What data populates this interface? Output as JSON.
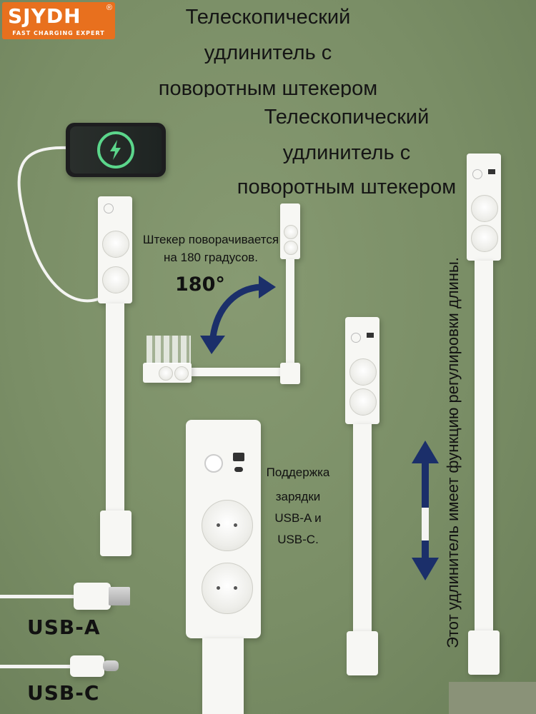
{
  "brand": {
    "name": "SJYDH",
    "registered": "®",
    "tagline": "FAST CHARGING EXPERT",
    "color": "#e8701e"
  },
  "headings": {
    "first": [
      "Телескопический",
      "удлинитель с",
      "поворотным штекером"
    ],
    "second": [
      "Телескопический",
      "удлинитель с",
      "поворотным штекером"
    ]
  },
  "rotation_note": {
    "text_line1": "Штекер поворачивается",
    "text_line2": "на 180 градусов.",
    "angle": "180°"
  },
  "usb_note": {
    "lines": [
      "Поддержка",
      "зарядки",
      "USB-A и",
      "USB-C."
    ]
  },
  "vertical_note": "Этот удлинитель имеет функцию регулировки длины.",
  "cable_labels": {
    "usb_a": "USB-A",
    "usb_c": "USB-C"
  },
  "colors": {
    "background": "#7a8e66",
    "arrow": "#1b2f6a",
    "device_white": "#f7f7f4"
  },
  "icons": [
    "charging-bolt-icon",
    "rotate-arrow-icon",
    "length-adjust-arrow-icon"
  ]
}
